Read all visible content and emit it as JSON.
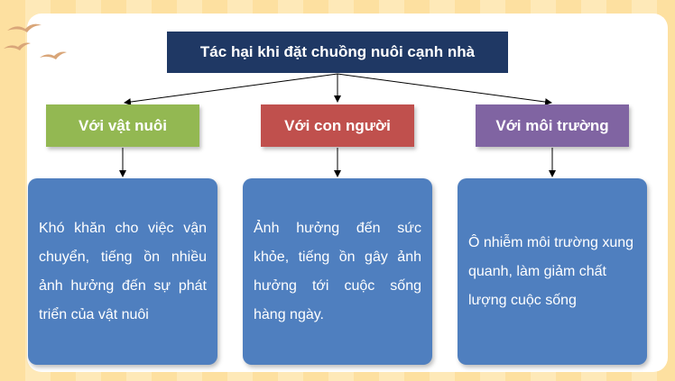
{
  "diagram": {
    "title": "Tác hại khi đặt chuồng nuôi cạnh nhà",
    "categories": [
      {
        "label": "Với vật nuôi",
        "color": "#93b852",
        "description": "Khó khăn cho việc vận chuyển, tiếng ồn nhiều ảnh hưởng đến sự phát triển của vật nuôi"
      },
      {
        "label": "Với con người",
        "color": "#c0504d",
        "description": "Ảnh hưởng đến sức khỏe, tiếng ồn gây ảnh hưởng tới cuộc sống hàng ngày."
      },
      {
        "label": "Với môi trường",
        "color": "#8064a2",
        "description": "Ô nhiễm môi trường xung quanh, làm giảm chất lượng cuộc sống"
      }
    ],
    "title_color": "#1f3864",
    "description_color": "#4f7fbf"
  }
}
